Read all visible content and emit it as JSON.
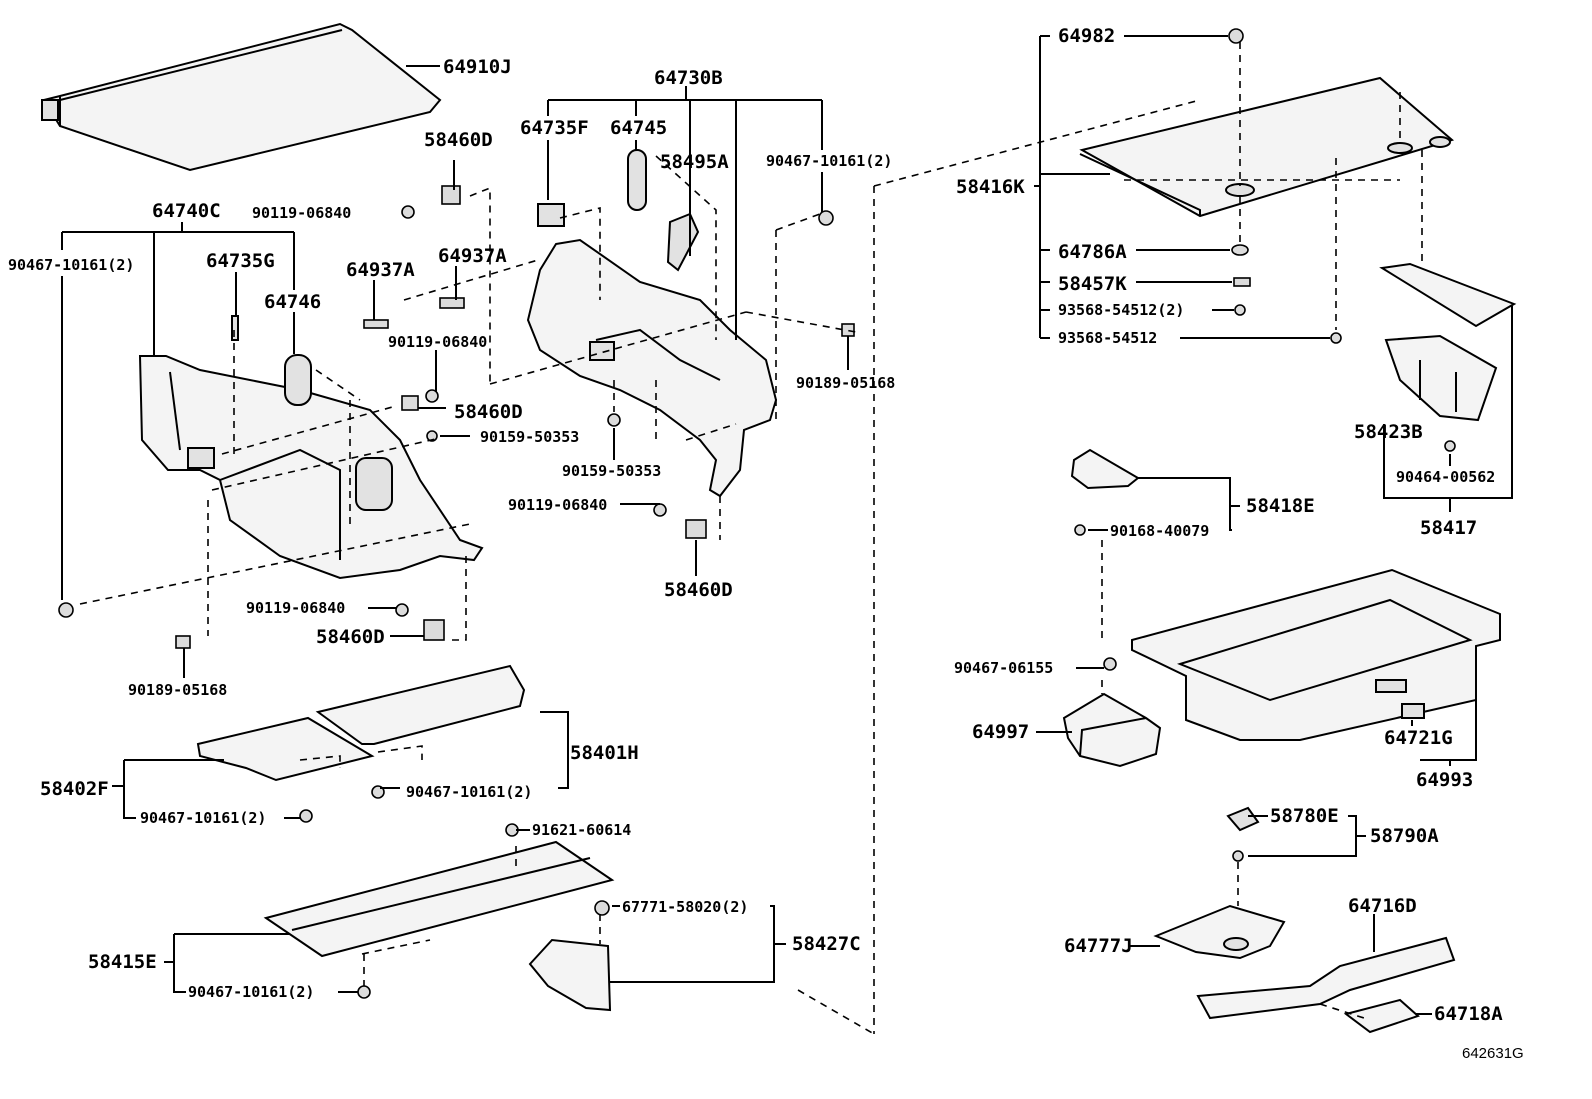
{
  "diagram_id": "642631G",
  "labels": {
    "l_64910J": "64910J",
    "l_64730B": "64730B",
    "l_64735F": "64735F",
    "l_64745": "64745",
    "l_58495A": "58495A",
    "l_58460D_a": "58460D",
    "l_90467_10161_a": "90467-10161(2)",
    "l_64740C": "64740C",
    "l_90119_06840_a": "90119-06840",
    "l_90467_10161_b": "90467-10161(2)",
    "l_64735G": "64735G",
    "l_64937A_a": "64937A",
    "l_64937A_b": "64937A",
    "l_64746": "64746",
    "l_90119_06840_b": "90119-06840",
    "l_58460D_b": "58460D",
    "l_90189_05168_a": "90189-05168",
    "l_90159_50353_a": "90159-50353",
    "l_90159_50353_b": "90159-50353",
    "l_90119_06840_c": "90119-06840",
    "l_58460D_c": "58460D",
    "l_90119_06840_d": "90119-06840",
    "l_58460D_d": "58460D",
    "l_90189_05168_b": "90189-05168",
    "l_58401H": "58401H",
    "l_58402F": "58402F",
    "l_90467_10161_c": "90467-10161(2)",
    "l_90467_10161_d": "90467-10161(2)",
    "l_91621_60614": "91621-60614",
    "l_67771_58020": "67771-58020(2)",
    "l_58427C": "58427C",
    "l_58415E": "58415E",
    "l_90467_10161_e": "90467-10161(2)",
    "l_64982": "64982",
    "l_58416K": "58416K",
    "l_64786A": "64786A",
    "l_58457K": "58457K",
    "l_93568_54512_a": "93568-54512(2)",
    "l_93568_54512_b": "93568-54512",
    "l_58423B": "58423B",
    "l_90464_00562": "90464-00562",
    "l_58417": "58417",
    "l_58418E": "58418E",
    "l_90168_40079": "90168-40079",
    "l_90467_06155": "90467-06155",
    "l_64997": "64997",
    "l_64721G": "64721G",
    "l_64993": "64993",
    "l_58780E": "58780E",
    "l_58790A": "58790A",
    "l_64716D": "64716D",
    "l_64777J": "64777J",
    "l_64718A": "64718A"
  }
}
